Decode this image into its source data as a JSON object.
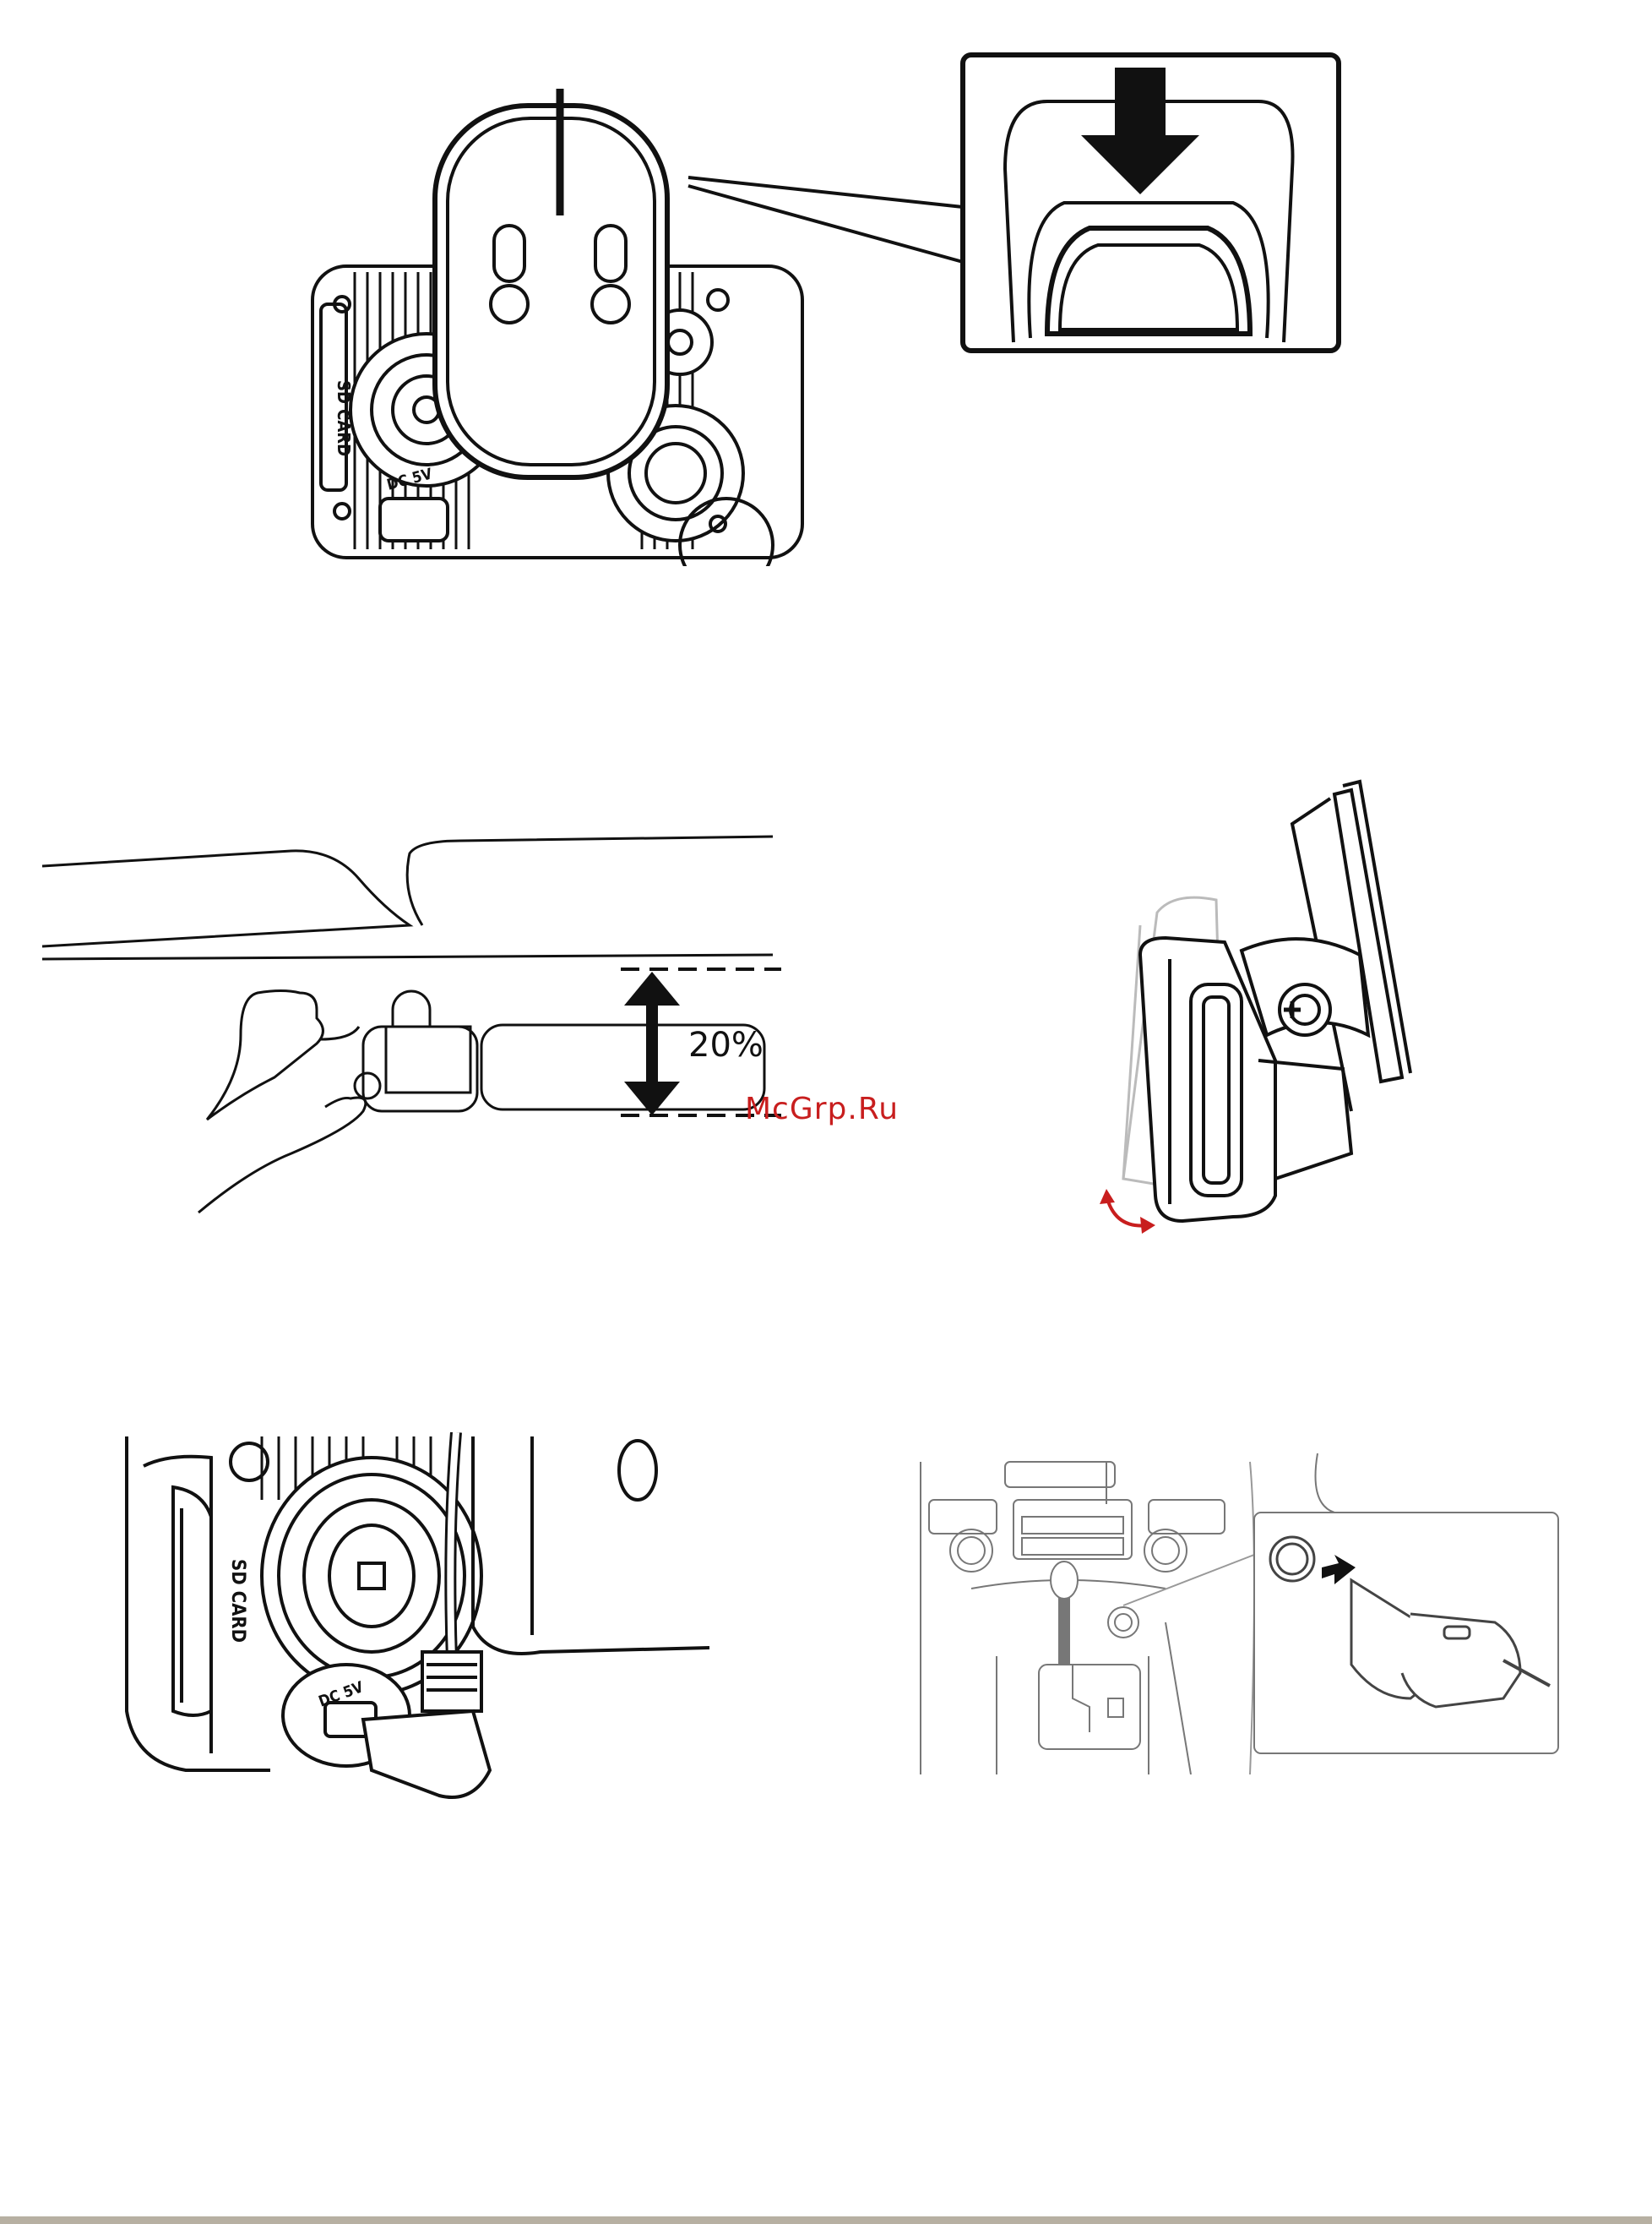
{
  "figures": {
    "mount_attach": {
      "card_label": "SD CARD",
      "port_label": "DC 5V"
    },
    "windshield": {
      "percent_label": "20%"
    },
    "cable_connect": {
      "card_label": "SD CARD",
      "port_label": "DC 5V"
    }
  },
  "watermark": "McGrp.Ru",
  "colors": {
    "line": "#111111",
    "accent": "#c81e1e",
    "rule": "#b7b0a2"
  }
}
